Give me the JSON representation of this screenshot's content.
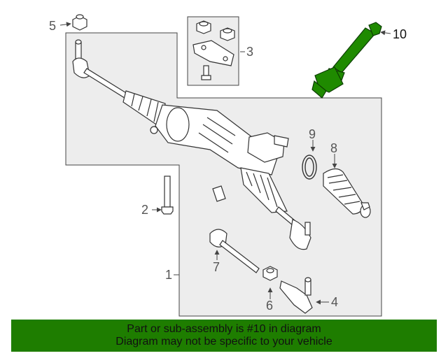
{
  "callouts": {
    "c1": "1",
    "c2": "2",
    "c3": "3",
    "c4": "4",
    "c5": "5",
    "c6": "6",
    "c7": "7",
    "c8": "8",
    "c9": "9",
    "c10": "10"
  },
  "highlight_part": "10",
  "banner": {
    "line1": "Part or sub-assembly is #10 in diagram",
    "line2": "Diagram may not be specific to your vehicle"
  },
  "colors": {
    "banner": "#1e7d00",
    "highlight": "#1f8a00",
    "line": "#444444",
    "box_fill": "#ededed"
  }
}
